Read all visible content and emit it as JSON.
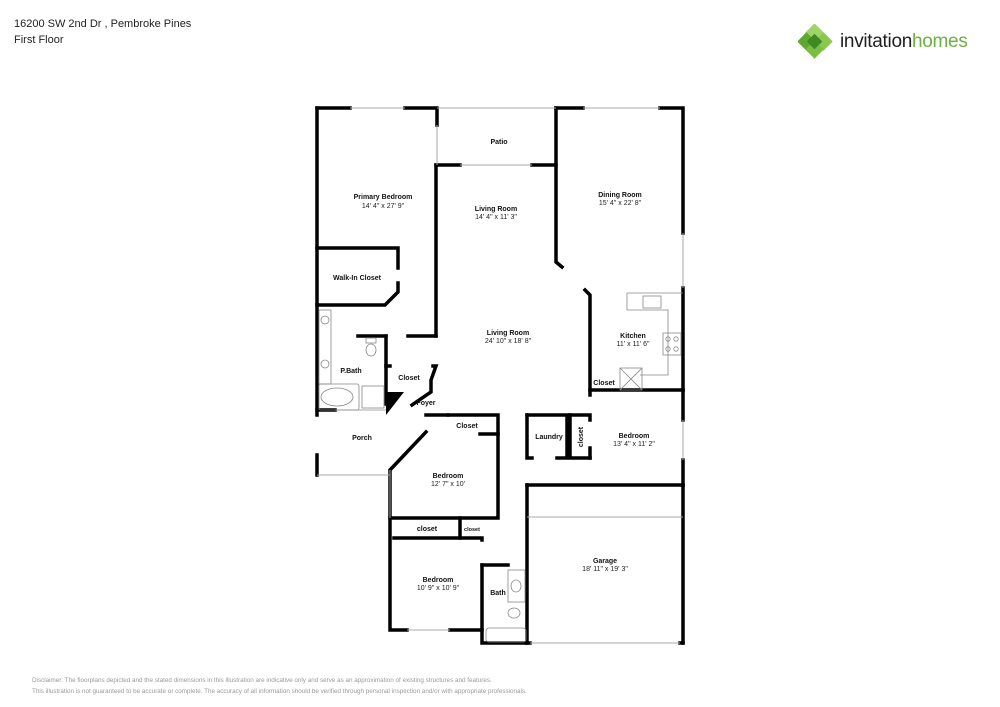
{
  "header": {
    "address": "16200 SW 2nd Dr , Pembroke Pines",
    "floor": "First Floor"
  },
  "logo": {
    "word1": "invitation",
    "word2": "homes",
    "icon": "green-diamond-cluster-icon",
    "colors": {
      "dark": "#1f1f1f",
      "green": "#6ab23e",
      "light_green": "#9fd46a"
    }
  },
  "rooms": {
    "patio": {
      "name": "Patio"
    },
    "primary_bedroom": {
      "name": "Primary Bedroom",
      "dims": "14' 4\" x 27' 9\""
    },
    "living_room_upper": {
      "name": "Living Room",
      "dims": "14' 4\" x 11' 3\""
    },
    "dining_room": {
      "name": "Dining Room",
      "dims": "15' 4\" x 22' 8\""
    },
    "walk_in_closet": {
      "name": "Walk-In Closet"
    },
    "living_room_main": {
      "name": "Living Room",
      "dims": "24' 10\" x 18' 8\""
    },
    "kitchen": {
      "name": "Kitchen",
      "dims": "11' x 11' 6\""
    },
    "p_bath": {
      "name": "P.Bath"
    },
    "closet_foyer": {
      "name": "Closet"
    },
    "closet_kitchen": {
      "name": "Closet"
    },
    "foyer": {
      "name": "Foyer"
    },
    "porch": {
      "name": "Porch"
    },
    "closet_bed2": {
      "name": "Closet"
    },
    "laundry": {
      "name": "Laundry"
    },
    "closet_bed3": {
      "name": "closet"
    },
    "bedroom_right": {
      "name": "Bedroom",
      "dims": "13' 4\" x 11' 2\""
    },
    "bedroom_middle": {
      "name": "Bedroom",
      "dims": "12' 7\" x 10'"
    },
    "closet_bed4": {
      "name": "closet"
    },
    "closet_small": {
      "name": "closet"
    },
    "bedroom_lower": {
      "name": "Bedroom",
      "dims": "10' 9\" x 10' 9\""
    },
    "bath": {
      "name": "Bath"
    },
    "garage": {
      "name": "Garage",
      "dims": "18' 11\" x 19' 3\""
    }
  },
  "disclaimer": {
    "line1": "Disclaimer: The floorplans depicted and the stated dimensions in this illustration are indicative only and serve as an approximation of existing structures and features.",
    "line2": "This illustration is not guaranteed to be accurate or complete. The accuracy of all information should be verified through personal inspection and/or with appropriate professionals."
  }
}
